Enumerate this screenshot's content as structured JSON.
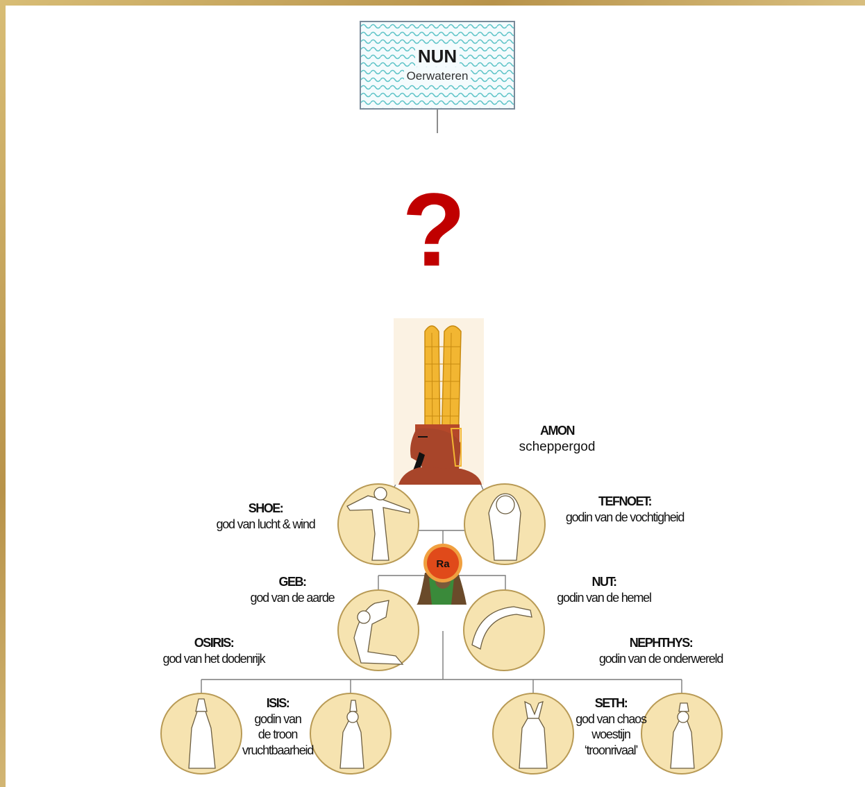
{
  "nun": {
    "title": "NUN",
    "subtitle": "Oerwateren"
  },
  "question_mark": "?",
  "ra": {
    "label": "Ra"
  },
  "gods": {
    "amon": {
      "name": "AMON",
      "description": "scheppergod"
    },
    "shoe": {
      "name": "SHOE:",
      "description": "god van lucht & wind"
    },
    "tefnoet": {
      "name": "TEFNOET:",
      "description": "godin van de vochtigheid"
    },
    "geb": {
      "name": "GEB:",
      "description": "god van de aarde"
    },
    "nut": {
      "name": "NUT:",
      "description": "godin van de hemel"
    },
    "osiris": {
      "name": "OSIRIS:",
      "description": "god van het dodenrijk"
    },
    "nephthys": {
      "name": "NEPHTHYS:",
      "description": "godin van de onderwereld"
    },
    "isis": {
      "name": "ISIS:",
      "lines": [
        "godin van",
        "de troon",
        "vruchtbaarheid"
      ]
    },
    "seth": {
      "name": "SETH:",
      "lines": [
        "god van chaos",
        "woestijn",
        "‘troonrivaal’"
      ]
    }
  },
  "colors": {
    "medallion_fill": "#f6e3b0",
    "medallion_stroke": "#b89a55",
    "question_mark": "#c00000",
    "water_wave": "#5fc4c8",
    "crown": "#f2b632",
    "skin": "#b5482a"
  }
}
